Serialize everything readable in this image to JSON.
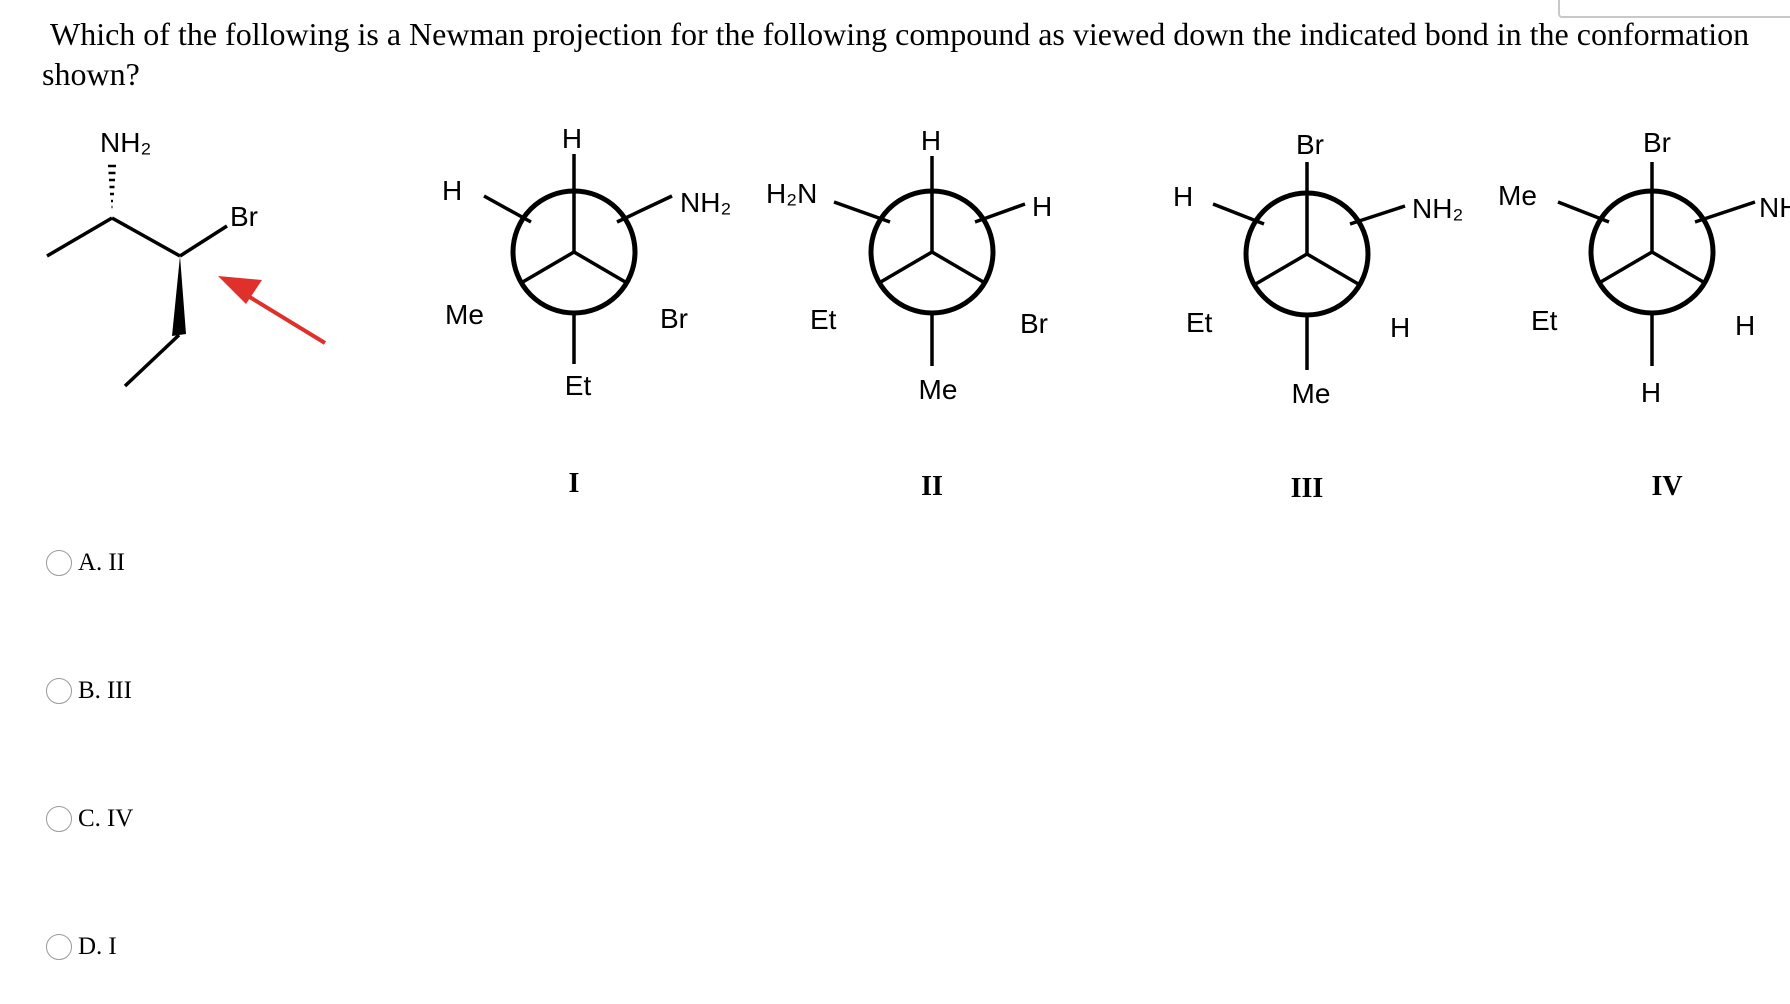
{
  "question": {
    "text": "Which of the following is a Newman projection for the following compound as viewed down the indicated bond in the conformation shown?"
  },
  "compound": {
    "labels": {
      "top": "NH₂",
      "right": "Br"
    }
  },
  "projections": [
    {
      "numeral": "I",
      "top": "H",
      "upper_left": "H",
      "upper_right": "NH₂",
      "lower_left": "Me",
      "lower_right": "Br",
      "bottom": "Et"
    },
    {
      "numeral": "II",
      "top": "H",
      "upper_left": "H₂N",
      "upper_right": "H",
      "lower_left": "Et",
      "lower_right": "Br",
      "bottom": "Me"
    },
    {
      "numeral": "III",
      "top": "Br",
      "upper_left": "H",
      "upper_right": "NH₂",
      "lower_left": "Et",
      "lower_right": "H",
      "bottom": "Me"
    },
    {
      "numeral": "IV",
      "top": "Br",
      "upper_left": "Me",
      "upper_right": "NH",
      "lower_left": "Et",
      "lower_right": "H",
      "bottom": "H"
    }
  ],
  "options": [
    {
      "letter": "A.",
      "value": "II"
    },
    {
      "letter": "B.",
      "value": "III"
    },
    {
      "letter": "C.",
      "value": "IV"
    },
    {
      "letter": "D.",
      "value": "I"
    }
  ],
  "colors": {
    "arrow": "#e0302c",
    "radio_border": "#9a9a9a",
    "corner_box": "#c8c8c8"
  }
}
